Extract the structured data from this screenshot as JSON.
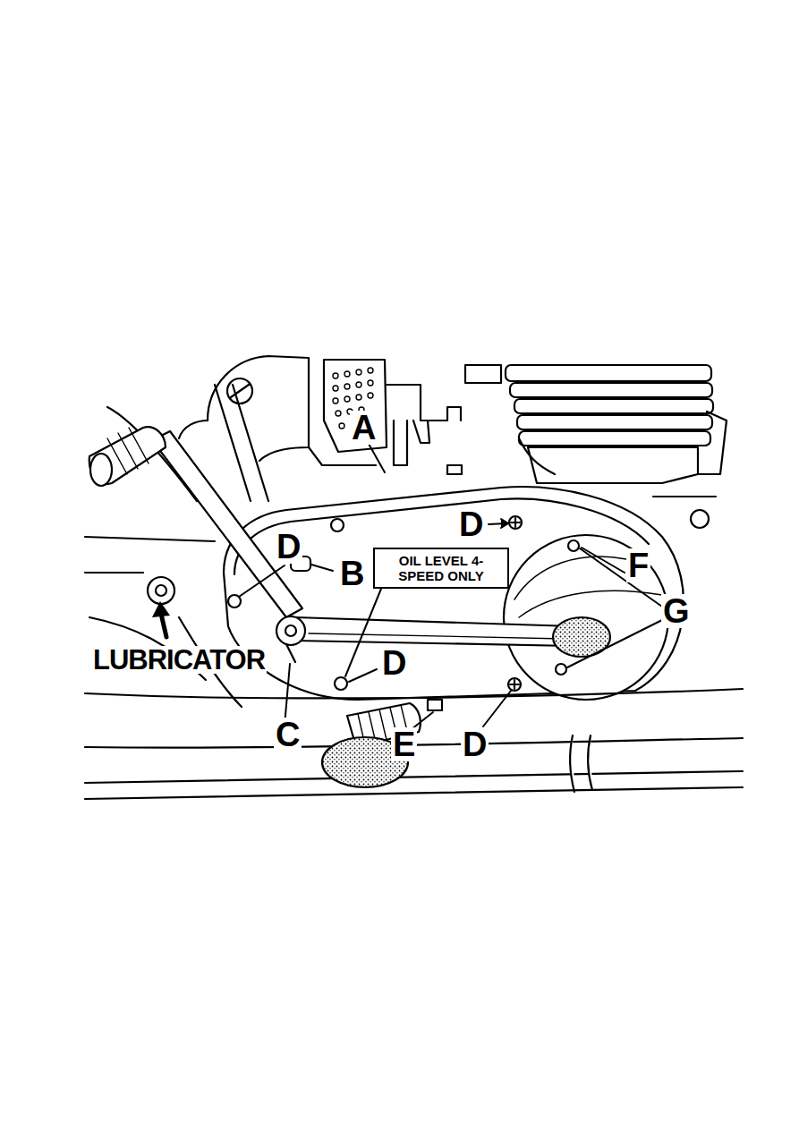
{
  "diagram": {
    "nodes": [
      {
        "text": [
          "OIL LEVEL 4-SPEED ONLY"
        ]
      }
    ],
    "labels": [
      "A",
      "D",
      "D",
      "F",
      "B",
      "G",
      "LUBRICATOR",
      "C",
      "D",
      "E",
      "D"
    ]
  }
}
